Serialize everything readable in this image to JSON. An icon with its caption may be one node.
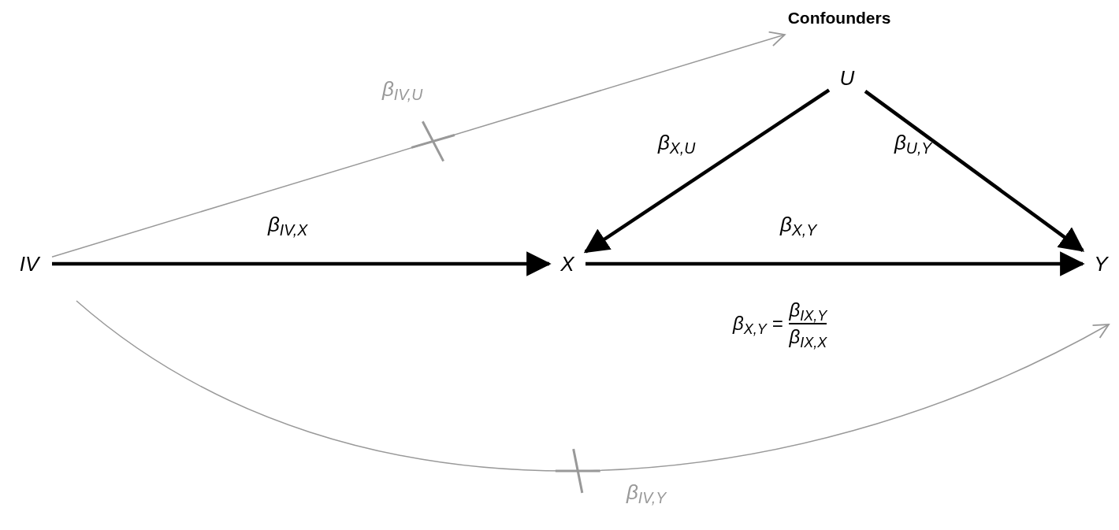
{
  "diagram": {
    "nodes": [
      {
        "text": [
          "IV"
        ]
      },
      {
        "text": [
          "X"
        ]
      },
      {
        "text": [
          "Y"
        ]
      },
      {
        "text": [
          "Confounders"
        ]
      },
      {
        "text": [
          "U"
        ]
      }
    ],
    "edges": [
      {
        "from": 0,
        "to": 1,
        "arrow": "to",
        "label": "β$_{IV,X}$"
      },
      {
        "from": 4,
        "to": 1,
        "arrow": "to",
        "label": "β$_{X,U}$"
      },
      {
        "from": 4,
        "to": 2,
        "arrow": "to",
        "label": "β$_{U,Y}$"
      },
      {
        "from": 1,
        "to": 2,
        "arrow": "to",
        "label": "β$_{X,Y}$"
      },
      {
        "from": 0,
        "to": 3,
        "arrow": "to",
        "label": "β$_{IV,U}$",
        "color": "#999999"
      },
      {
        "from": 0,
        "to": 2,
        "arrow": "to",
        "label": "β$_{IV,Y}$",
        "color": "#999999"
      }
    ],
    "labels": [
      "β$_{X,Y}$ =",
      "β$_{IX,Y}$",
      "β$_{IX,X}$"
    ]
  }
}
